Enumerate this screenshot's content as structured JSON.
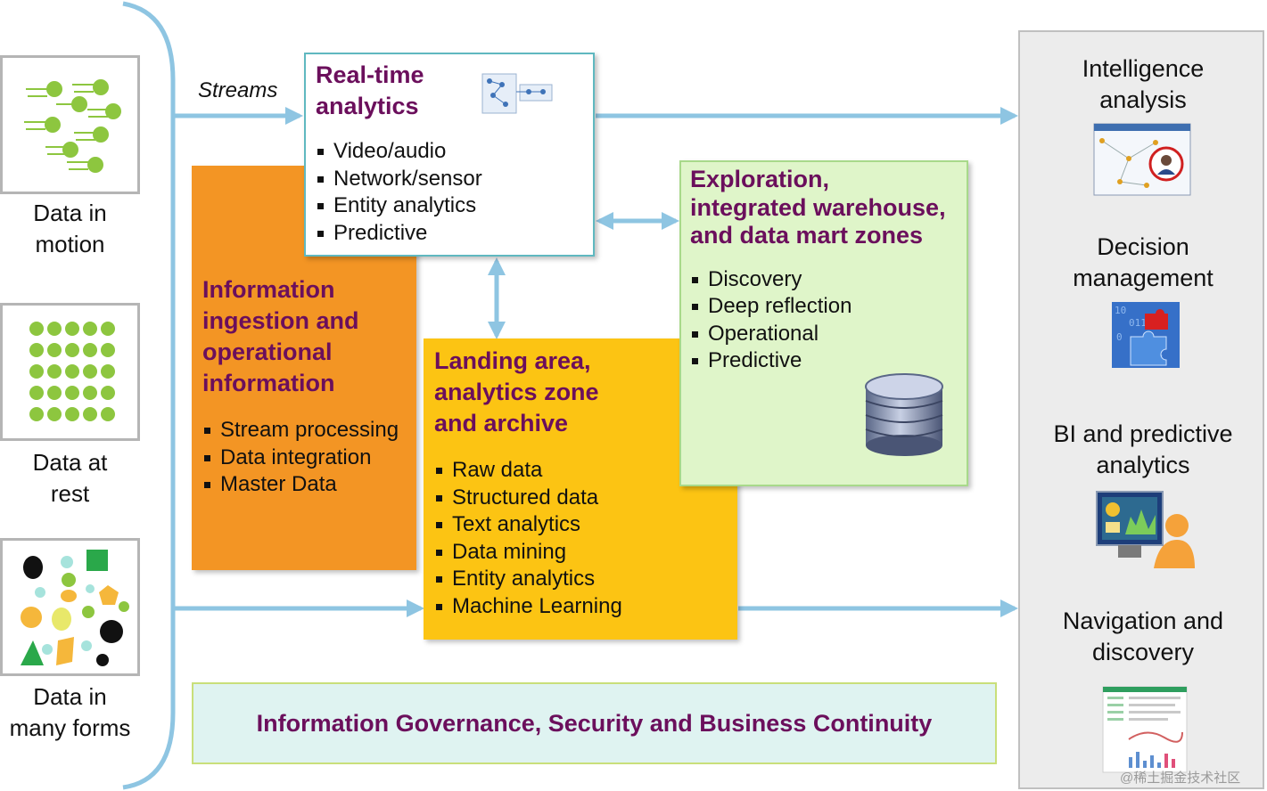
{
  "sources": [
    {
      "label_line1": "Data in",
      "label_line2": "motion",
      "icon": "streaming-dots-icon"
    },
    {
      "label_line1": "Data at",
      "label_line2": "rest",
      "icon": "dot-grid-icon"
    },
    {
      "label_line1": "Data in",
      "label_line2": "many forms",
      "icon": "shapes-icon"
    }
  ],
  "streams_label": "Streams",
  "realtime": {
    "title_line1": "Real-time",
    "title_line2": "analytics",
    "items": [
      "Video/audio",
      "Network/sensor",
      "Entity analytics",
      "Predictive"
    ]
  },
  "ingestion": {
    "title_lines": [
      "Information",
      "ingestion and",
      "operational",
      "information"
    ],
    "items": [
      "Stream processing",
      "Data integration",
      "Master Data"
    ]
  },
  "landing": {
    "title_lines": [
      "Landing area,",
      "analytics zone",
      "and archive"
    ],
    "items": [
      "Raw data",
      "Structured data",
      "Text analytics",
      "Data mining",
      "Entity analytics",
      "Machine Learning"
    ]
  },
  "exploration": {
    "title_lines": [
      "Exploration,",
      "integrated warehouse,",
      "and data mart zones"
    ],
    "items": [
      "Discovery",
      "Deep reflection",
      "Operational",
      "Predictive"
    ]
  },
  "governance": "Information Governance, Security and Business Continuity",
  "outputs": [
    {
      "line1": "Intelligence",
      "line2": "analysis"
    },
    {
      "line1": "Decision",
      "line2": "management"
    },
    {
      "line1": "BI and predictive",
      "line2": "analytics"
    },
    {
      "line1": "Navigation and",
      "line2": "discovery"
    }
  ],
  "watermark": "@稀土掘金技术社区",
  "colors": {
    "arrow": "#8ec5e2",
    "title_purple": "#6b0f5c",
    "orange": "#f39524",
    "yellow": "#fcc413",
    "green_fill": "#dff5c9",
    "green_border": "#a8d98a",
    "teal_border": "#5fb8c0",
    "gray_panel": "#ececec",
    "dot_green": "#8dc63f"
  }
}
